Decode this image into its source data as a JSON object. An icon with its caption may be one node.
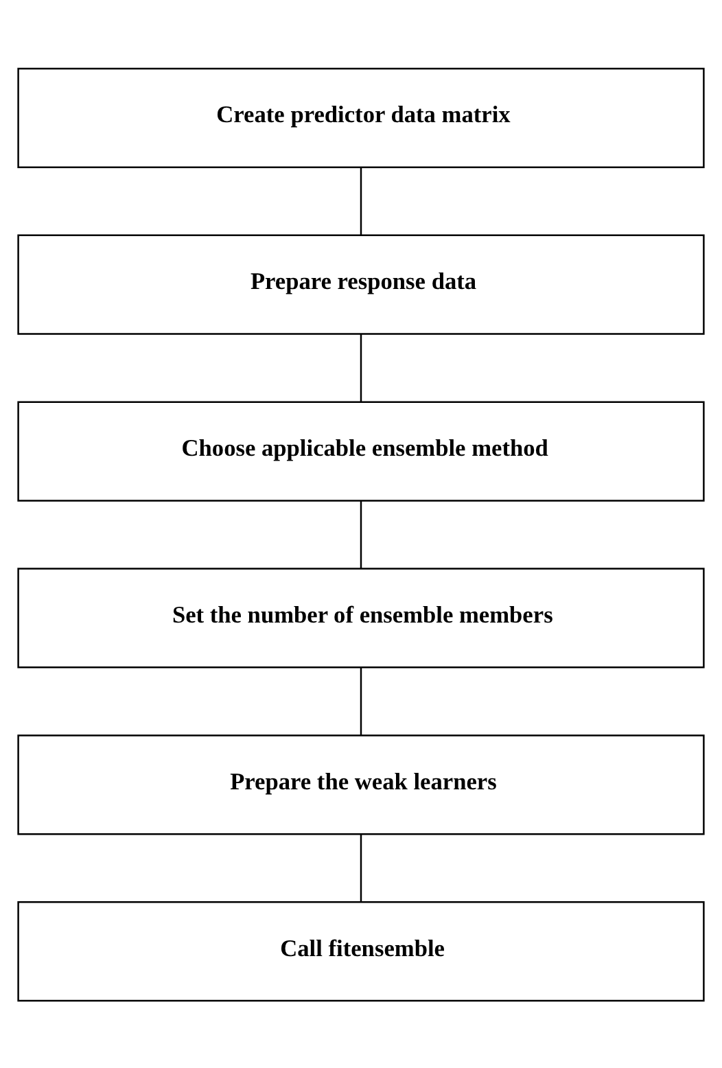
{
  "diagram": {
    "nodes": [
      {
        "text": [
          "Create predictor data matrix"
        ]
      },
      {
        "text": [
          "Prepare response data"
        ]
      },
      {
        "text": [
          "Choose applicable ensemble method"
        ]
      },
      {
        "text": [
          "Set the number of ensemble members"
        ]
      },
      {
        "text": [
          "Prepare the weak learners"
        ]
      },
      {
        "text": [
          "Call fitensemble"
        ]
      }
    ],
    "edges": [
      {
        "from": 0,
        "to": 1,
        "arrow": "none"
      },
      {
        "from": 1,
        "to": 2,
        "arrow": "none"
      },
      {
        "from": 2,
        "to": 3,
        "arrow": "none"
      },
      {
        "from": 3,
        "to": 4,
        "arrow": "none"
      },
      {
        "from": 4,
        "to": 5,
        "arrow": "none"
      }
    ]
  }
}
